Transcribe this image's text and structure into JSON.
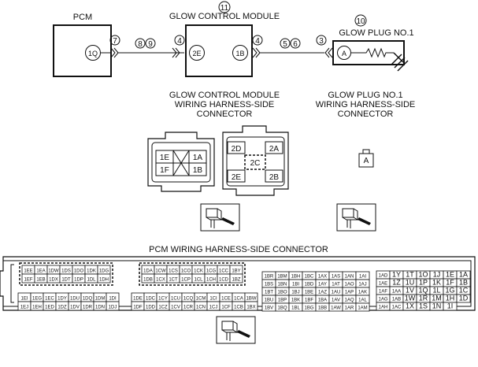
{
  "labels": {
    "pcm": "PCM",
    "glow_module": "GLOW CONTROL MODULE",
    "glow_plug": "GLOW PLUG NO.1",
    "module_harness": [
      "GLOW CONTROL MODULE",
      "WIRING HARNESS-SIDE",
      "CONNECTOR"
    ],
    "plug_harness": [
      "GLOW PLUG NO.1",
      "WIRING HARNESS-SIDE",
      "CONNECTOR"
    ],
    "pcm_harness": "PCM WIRING HARNESS-SIDE CONNECTOR"
  },
  "callouts": {
    "module": "11",
    "plug": "10",
    "pcm_out": "7",
    "w1": "8",
    "w2": "9",
    "mod_in": "4",
    "mod_out": "4",
    "w3": "5",
    "w4": "6",
    "plug_in": "3"
  },
  "pins": {
    "pcm": "1Q",
    "mod_left": "2E",
    "mod_right": "1B",
    "plug": "A"
  },
  "module_conn_left": [
    "1E",
    "1A",
    "1F",
    "1B"
  ],
  "module_conn_right": [
    "2D",
    "2A",
    "2C",
    "2E",
    "2B"
  ],
  "plug_conn": "A",
  "pcm_blocks": [
    {
      "rows": [
        [
          "1EE",
          "1EA",
          "1DW",
          "1DS",
          "1DO",
          "1DK",
          "1DG"
        ],
        [
          "1EF",
          "1EB",
          "1DX",
          "1DT",
          "1DP",
          "1DL",
          "1DH"
        ],
        [
          "1EI",
          "1EG",
          "1EC",
          "1DY",
          "1DU",
          "1DQ",
          "1DM",
          "1DI"
        ],
        [
          "1EJ",
          "1EH",
          "1ED",
          "1DZ",
          "1DV",
          "1DR",
          "1DN",
          "1DJ"
        ]
      ]
    },
    {
      "rows": [
        [
          "1DA",
          "1CW",
          "1CS",
          "1CO",
          "1CK",
          "1CG",
          "1CC",
          "1BY"
        ],
        [
          "1DB",
          "1CX",
          "1CT",
          "1CP",
          "1CL",
          "1CH",
          "1CD",
          "1BZ"
        ],
        [
          "1DE",
          "1DC",
          "1CY",
          "1CU",
          "1CQ",
          "1CM",
          "1CI",
          "1CE",
          "1CA",
          "1BW"
        ],
        [
          "1DF",
          "1DD",
          "1CZ",
          "1CV",
          "1CR",
          "1CN",
          "1CJ",
          "1CF",
          "1CB",
          "1BX"
        ]
      ]
    },
    {
      "rows": [
        [
          "1BR",
          "1BM",
          "1BH",
          "1BC",
          "1AX",
          "1AS",
          "1AN",
          "1AI"
        ],
        [
          "1BS",
          "1BN",
          "1BI",
          "1BD",
          "1AY",
          "1AT",
          "1AO",
          "1AJ"
        ],
        [
          "1BT",
          "1BO",
          "1BJ",
          "1BE",
          "1AZ",
          "1AU",
          "1AP",
          "1AK"
        ],
        [
          "1BU",
          "1BP",
          "1BK",
          "1BF",
          "1BA",
          "1AV",
          "1AQ",
          "1AL"
        ],
        [
          "1BV",
          "1BQ",
          "1BL",
          "1BG",
          "1BB",
          "1AW",
          "1AR",
          "1AM"
        ]
      ]
    },
    {
      "rows": [
        [
          "1AD",
          "1Y",
          "1T",
          "1O",
          "1J",
          "1E",
          "1A"
        ],
        [
          "1AE",
          "1Z",
          "1U",
          "1P",
          "1K",
          "1F",
          "1B"
        ],
        [
          "1AF",
          "1AA",
          "1V",
          "1Q",
          "1L",
          "1G",
          "1C"
        ],
        [
          "1AG",
          "1AB",
          "1W",
          "1R",
          "1M",
          "1H",
          "1D"
        ],
        [
          "1AH",
          "1AC",
          "1X",
          "1S",
          "1N",
          "1I"
        ]
      ]
    }
  ]
}
